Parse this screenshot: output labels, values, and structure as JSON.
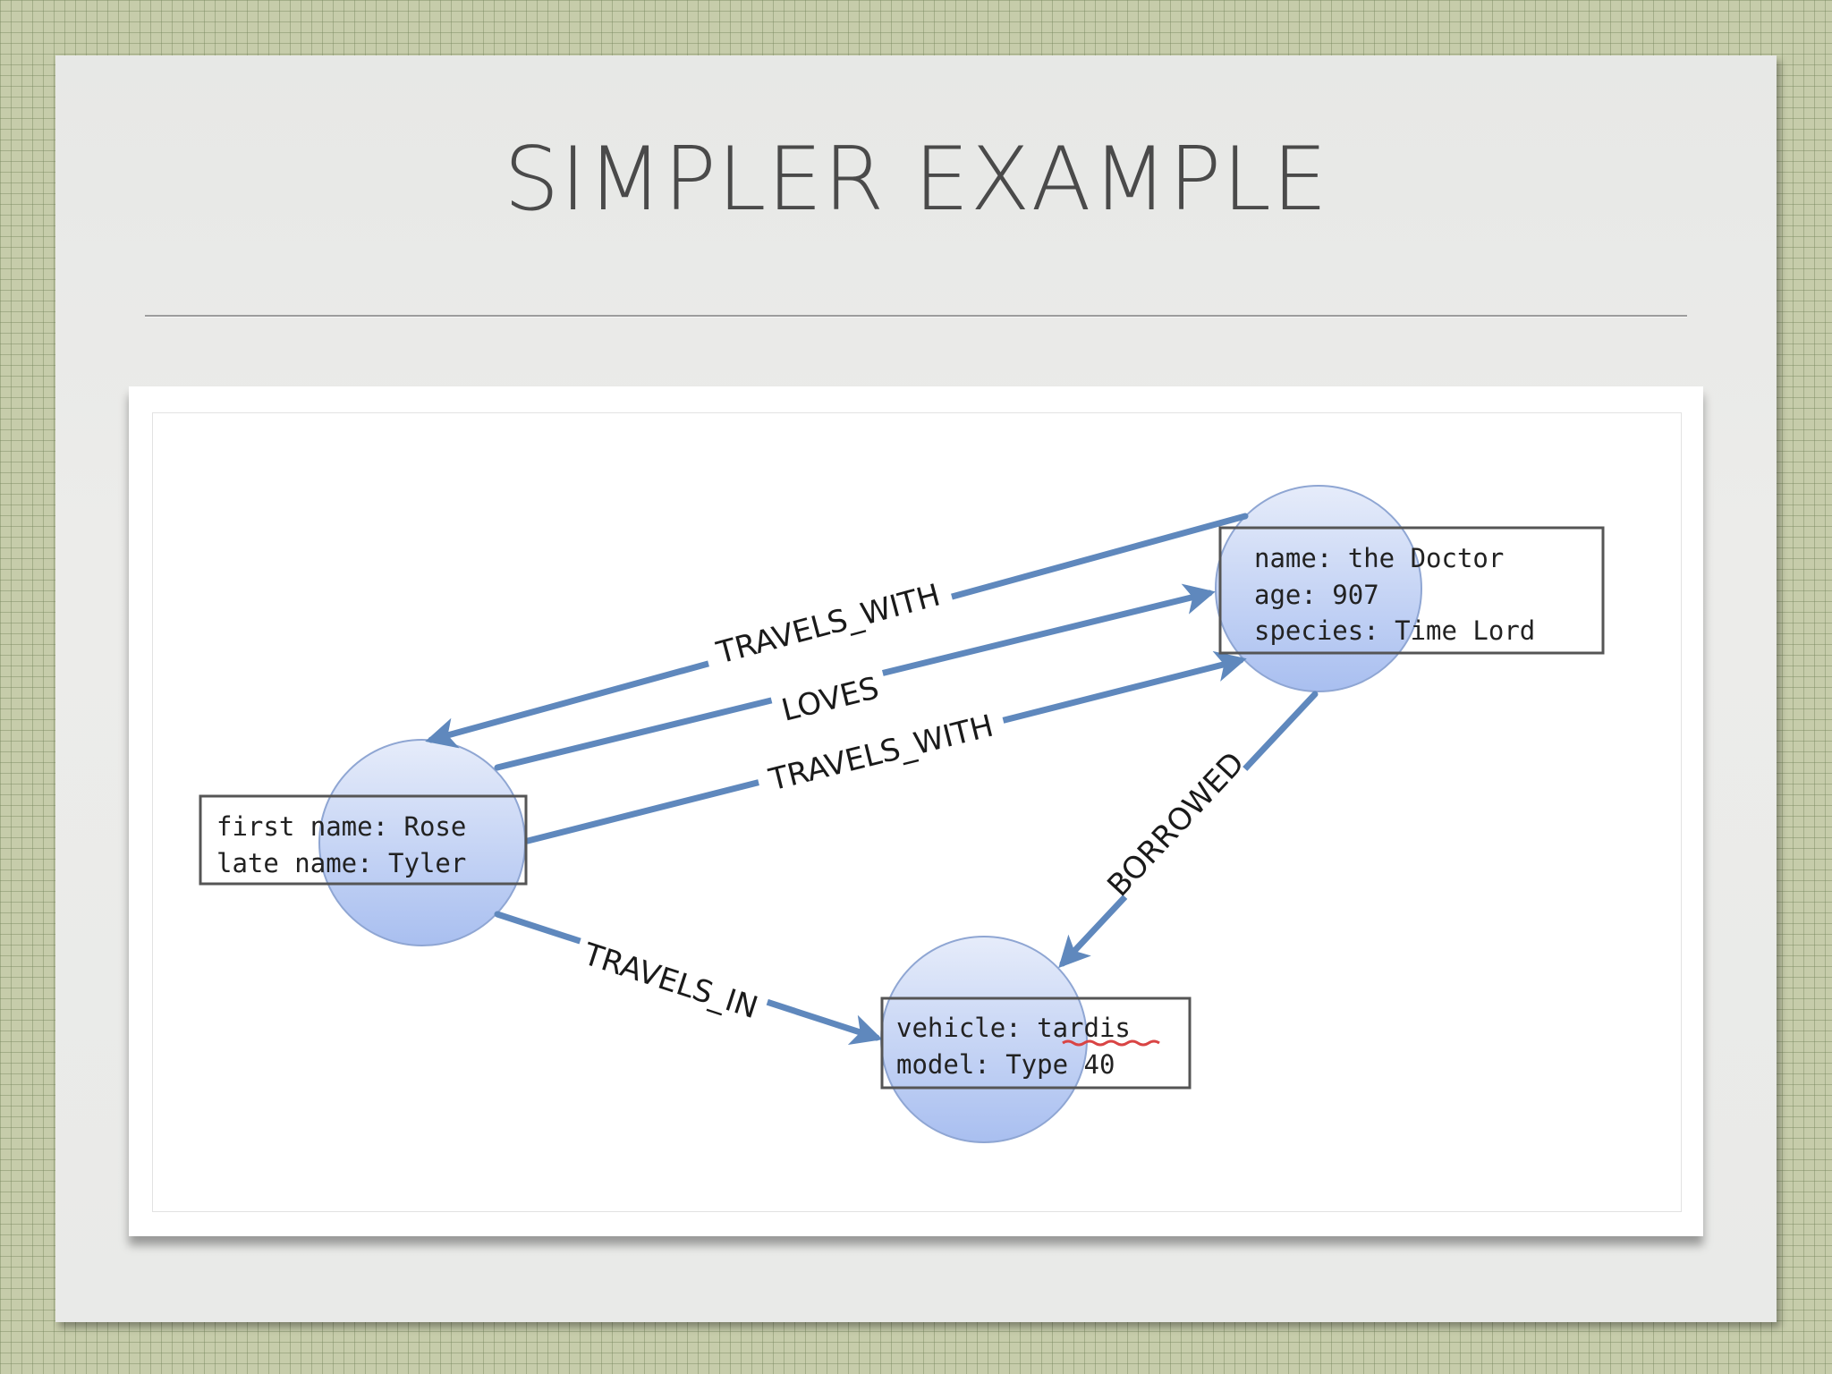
{
  "title": "SIMPLER EXAMPLE",
  "nodes": [
    {
      "id": "doctor",
      "lines": [
        "name: the Doctor",
        "age: 907",
        "species: Time Lord"
      ]
    },
    {
      "id": "rose",
      "lines": [
        "first name: Rose",
        "late name: Tyler"
      ]
    },
    {
      "id": "tardis",
      "lines": [
        "vehicle: tardis",
        "model: Type 40"
      ]
    }
  ],
  "edges": [
    {
      "id": "doctor-travels-with-rose",
      "label": "TRAVELS_WITH"
    },
    {
      "id": "rose-loves-doctor",
      "label": "LOVES"
    },
    {
      "id": "rose-travels-with-doctor",
      "label": "TRAVELS_WITH"
    },
    {
      "id": "doctor-borrowed-tardis",
      "label": "BORROWED"
    },
    {
      "id": "rose-travels-in-tardis",
      "label": "TRAVELS_IN"
    }
  ],
  "colors": {
    "edge": "#5f88bd",
    "node_fill_top": "#e6ecfa",
    "node_fill_bottom": "#a9bff0",
    "node_stroke": "#8fa6d3",
    "spellcheck": "#d94444"
  }
}
